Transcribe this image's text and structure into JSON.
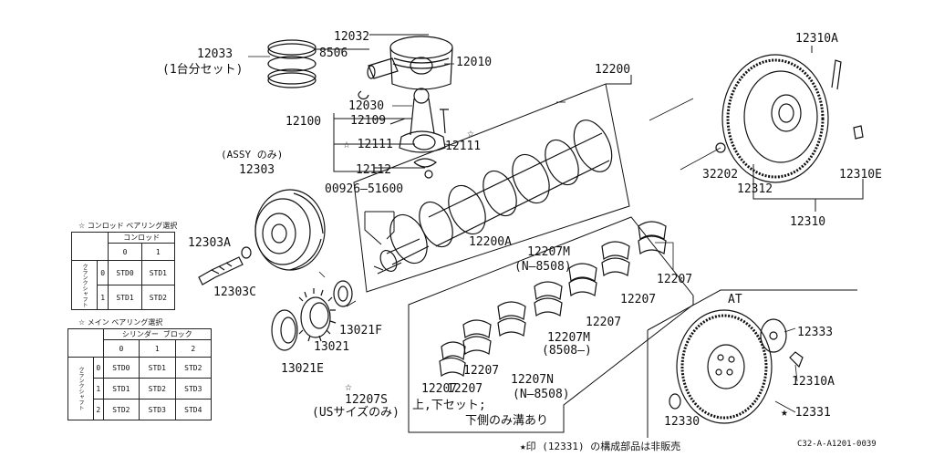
{
  "labels": {
    "p12032": "12032",
    "p8506": "8506",
    "p12033": "12033",
    "set_note": "(1台分セット)",
    "p12010": "12010",
    "p12030": "12030",
    "p12100": "12100",
    "p12109": "12109",
    "p12111a": "☆ 12111",
    "p12111b": "12111",
    "star": "☆",
    "assy_note": "(ASSY のみ)",
    "p12303": "12303",
    "p12112": "12112",
    "p00926": "00926—51600",
    "p12200": "12200",
    "p12200a": "12200A",
    "p12303a": "12303A",
    "p12303c": "12303C",
    "p13021f": "13021F",
    "p13021": "13021",
    "p13021e": "13021E",
    "p12207m": "12207M",
    "n8508a": "(N—8508)",
    "p12207a": "12207",
    "p12207b": "12207",
    "p12207c": "12207",
    "p12207m2": "12207M",
    "m8508": "(8508—)",
    "p12207n": "12207N",
    "n8508b": "(N—8508)",
    "p12207d": "12207",
    "p12207e": "12207",
    "p12207f": "12207",
    "p12207s": "☆\n12207S",
    "us_note": "(USサイズのみ)",
    "updown": "上,下セット;",
    "groove": "下側のみ溝あり",
    "p12310a": "12310A",
    "p32202": "32202",
    "p12312": "12312",
    "p12310e": "12310E",
    "p12310": "12310",
    "at": "AT",
    "p12333": "12333",
    "p12310a2": "12310A",
    "p12331": "★ 12331",
    "p12330": "12330",
    "footnote": "★印 (12331) の構成部品は非販売",
    "code": "C32-A-A1201-0039"
  },
  "rod_table": {
    "title": "☆ コンロッド ベアリング選択",
    "header_top": "コンロッド",
    "cols": [
      "0",
      "1"
    ],
    "row_header": "クランクシャフト",
    "rows": [
      {
        "key": "0",
        "cells": [
          "STD0",
          "STD1"
        ]
      },
      {
        "key": "1",
        "cells": [
          "STD1",
          "STD2"
        ]
      }
    ]
  },
  "main_table": {
    "title": "☆ メイン ベアリング選択",
    "header_top": "シリンダー ブロック",
    "cols": [
      "0",
      "1",
      "2"
    ],
    "row_header": "クランクシャフト",
    "rows": [
      {
        "key": "0",
        "cells": [
          "STD0",
          "STD1",
          "STD2"
        ]
      },
      {
        "key": "1",
        "cells": [
          "STD1",
          "STD2",
          "STD3"
        ]
      },
      {
        "key": "2",
        "cells": [
          "STD2",
          "STD3",
          "STD4"
        ]
      }
    ]
  }
}
